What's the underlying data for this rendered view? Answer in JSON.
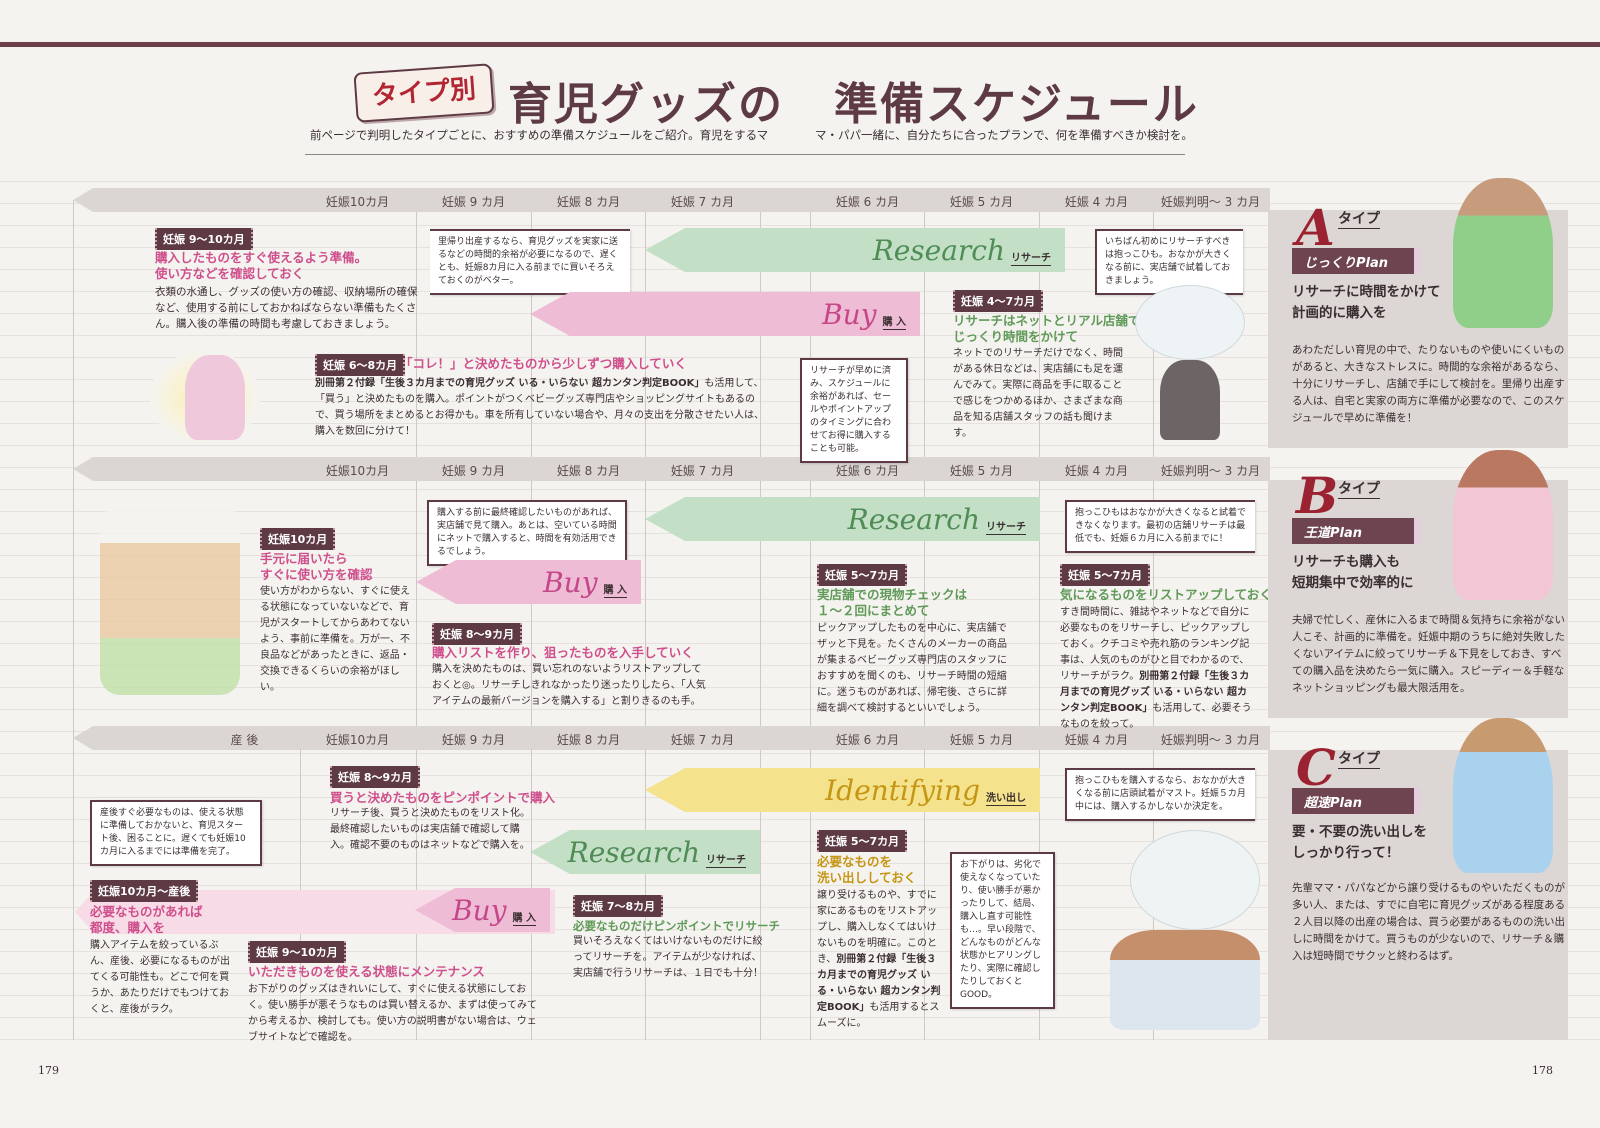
{
  "header": {
    "tag": "タイプ別",
    "title_part1": "育児グッズの",
    "title_part2": "準備スケジュール",
    "lead_left": "前ページで判明したタイプごとに、おすすめの準備スケジュールをご紹介。育児をするマ",
    "lead_right": "マ・パパ一緒に、自分たちに合ったプランで、何を準備すべきか検討を。"
  },
  "months": [
    "妊娠10カ月",
    "妊娠 9 カ月",
    "妊娠 8 カ月",
    "妊娠 7 カ月",
    "妊娠 6 カ月",
    "妊娠 5 カ月",
    "妊娠 4 カ月",
    "妊娠判明～ 3 カ月"
  ],
  "postpartum": "産 後",
  "arrows": {
    "research": "Research",
    "research_jp": "リサーチ",
    "buy": "Buy",
    "buy_jp": "購 入",
    "identifying": "Identifying",
    "identifying_jp": "洗い出し"
  },
  "colors": {
    "maroon": "#5d3a44",
    "research": "#c3e0c6",
    "buy": "#eebdd5",
    "identifying": "#f4e38c",
    "type_letter": "#9b2230"
  },
  "rowA": {
    "b1": {
      "tag": "妊娠 9～10カ月",
      "head1": "購入したものをすぐ使えるよう準備。",
      "head2": "使い方などを確認しておく",
      "body": "衣類の水通し、グッズの使い方の確認、収納場所の確保など、使用する前にしておかねばならない準備もたくさん。購入後の準備の時間も考慮しておきましょう。"
    },
    "note1": "里帰り出産するなら、育児グッズを実家に送るなどの時間的余裕が必要になるので、遅くとも、妊娠8カ月に入る前までに買いそろえておくのがベター。",
    "b2": {
      "tag": "妊娠 6～8カ月",
      "head": "「コレ！」と決めたものから少しずつ購入していく",
      "body_bold": "別冊第２付録「生後３カ月までの育児グッズ いる・いらない 超カンタン判定BOOK」",
      "body": "も活用して、「買う」と決めたものを購入。ポイントがつくベビーグッズ専門店やショッピングサイトもあるので、買う場所をまとめるとお得かも。車を所有していない場合や、月々の支出を分散させたい人は、購入を数回に分けて！"
    },
    "note2": "リサーチが早めに済み、スケジュールに余裕があれば、セールやポイントアップのタイミングに合わせてお得に購入することも可能。",
    "b3": {
      "tag": "妊娠 4～7カ月",
      "head1": "リサーチはネットとリアル店舗で",
      "head2": "じっくり時間をかけて",
      "body": "ネットでのリサーチだけでなく、時間がある休日などは、実店舗にも足を運んでみて。実際に商品を手に取ることで感じをつかめるほか、さまざまな商品を知る店舗スタッフの話も聞けます。"
    },
    "note3": "いちばん初めにリサーチすべきは抱っこひも。おなかが大きくなる前に、実店舗で試着しておきましょう。",
    "panel": {
      "letter": "A",
      "type": "タイプ",
      "plan": "じっくりPlan",
      "head1": "リサーチに時間をかけて",
      "head2": "計画的に購入を",
      "body": "あわただしい育児の中で、たりないものや使いにくいものがあると、大きなストレスに。時間的な余裕があるなら、十分にリサーチし、店舗で手にして検討を。里帰り出産する人は、自宅と実家の両方に準備が必要なので、このスケジュールで早めに準備を！"
    }
  },
  "rowB": {
    "b1": {
      "tag": "妊娠10カ月",
      "head1": "手元に届いたら",
      "head2": "すぐに使い方を確認",
      "body": "使い方がわからない、すぐに使える状態になっていないなどで、育児がスタートしてからあわてないよう、事前に準備を。万が一、不良品などがあったときに、返品・交換できるくらいの余裕がほしい。"
    },
    "note1": "購入する前に最終確認したいものがあれば、実店舗で見て購入。あとは、空いている時間にネットで購入すると、時間を有効活用できるでしょう。",
    "b2": {
      "tag": "妊娠 8～9カ月",
      "head": "購入リストを作り、狙ったものを入手していく",
      "body": "購入を決めたものは、買い忘れのないようリストアップしておくと◎。リサーチしきれなかったり迷ったりしたら、「人気アイテムの最新バージョンを購入する」と割りきるのも手。"
    },
    "b3": {
      "tag": "妊娠 5～7カ月",
      "head1": "実店舗での現物チェックは",
      "head2": "１～２回にまとめて",
      "body": "ピックアップしたものを中心に、実店舗でザッと下見を。たくさんのメーカーの商品が集まるベビーグッズ専門店のスタッフにおすすめを聞くのも、リサーチ時間の短縮に。迷うものがあれば、帰宅後、さらに詳細を調べて検討するといいでしょう。"
    },
    "note2": "抱っこひもはおなかが大きくなると試着できなくなります。最初の店舗リサーチは最低でも、妊娠６カ月に入る前までに！",
    "b4": {
      "tag": "妊娠 5～7カ月",
      "head": "気になるものをリストアップしておく",
      "body": "すき間時間に、雑誌やネットなどで自分に必要なものをリサーチし、ピックアップしておく。クチコミや売れ筋のランキング記事は、人気のものがひと目でわかるので、リサーチがラク。",
      "body_bold": "別冊第２付録「生後３カ月までの育児グッズ いる・いらない 超カンタン判定BOOK」",
      "body_end": "も活用して、必要そうなものを絞って。"
    },
    "panel": {
      "letter": "B",
      "type": "タイプ",
      "plan": "王道Plan",
      "head1": "リサーチも購入も",
      "head2": "短期集中で効率的に",
      "body": "夫婦で忙しく、産休に入るまで時間＆気持ちに余裕がない人こそ、計画的に準備を。妊娠中期のうちに絶対失敗したくないアイテムに絞ってリサーチ＆下見をしておき、すべての購入品を決めたら一気に購入。スピーディー＆手軽なネットショッピングも最大限活用を。"
    }
  },
  "rowC": {
    "note1": "産後すぐ必要なものは、使える状態に準備しておかないと、育児スタート後、困ることに。遅くても妊娠10カ月に入るまでには準備を完了。",
    "b1": {
      "tag": "妊娠 8～9カ月",
      "head": "買うと決めたものをピンポイントで購入",
      "body": "リサーチ後、買うと決めたものをリスト化。最終確認したいものは実店舗で確認して購入。確認不要のものはネットなどで購入を。"
    },
    "b2": {
      "tag": "妊娠10カ月～産後",
      "head1": "必要なものがあれば",
      "head2": "都度、購入を",
      "body": "購入アイテムを絞っているぶん、産後、必要になるものが出てくる可能性も。どこで何を買うか、あたりだけでもつけておくと、産後がラク。"
    },
    "b3": {
      "tag": "妊娠 9～10カ月",
      "head": "いただきものを使える状態にメンテナンス",
      "body": "お下がりのグッズはきれいにして、すぐに使える状態にしておく。使い勝手が悪そうなものは買い替えるか、まずは使ってみてから考えるか、検討しても。使い方の説明書がない場合は、ウェブサイトなどで確認を。"
    },
    "b4": {
      "tag": "妊娠 7～8カ月",
      "head": "必要なものだけピンポイントでリサーチ",
      "body": "買いそろえなくてはいけないものだけに絞ってリサーチを。アイテムが少なければ、実店舗で行うリサーチは、１日でも十分！"
    },
    "b5": {
      "tag": "妊娠 5～7カ月",
      "head1": "必要なものを",
      "head2": "洗い出ししておく",
      "body": "譲り受けるものや、すでに家にあるものをリストアップし、購入しなくてはいけないものを明確に。このとき、",
      "body_bold": "別冊第２付録「生後３カ月までの育児グッズ いる・いらない 超カンタン判定BOOK」",
      "body_end": "も活用するとスムーズに。"
    },
    "note2": "お下がりは、劣化で使えなくなっていたり、使い勝手が悪かったりして、結局、購入し直す可能性も…。早い段階で、どんなものがどんな状態かヒアリングしたり、実際に確認したりしておくとGOOD。",
    "note3": "抱っこひもを購入するなら、おなかが大きくなる前に店頭試着がマスト。妊娠５カ月中には、購入するかしないか決定を。",
    "panel": {
      "letter": "C",
      "type": "タイプ",
      "plan": "超速Plan",
      "head1": "要・不要の洗い出しを",
      "head2": "しっかり行って！",
      "body": "先輩ママ・パパなどから譲り受けるものやいただくものが多い人、または、すでに自宅に育児グッズがある程度ある２人目以降の出産の場合は、買う必要があるものの洗い出しに時間をかけて。買うものが少ないので、リサーチ＆購入は短時間でサクッと終わるはず。"
    }
  },
  "page_numbers": {
    "left": "179",
    "right": "178"
  }
}
